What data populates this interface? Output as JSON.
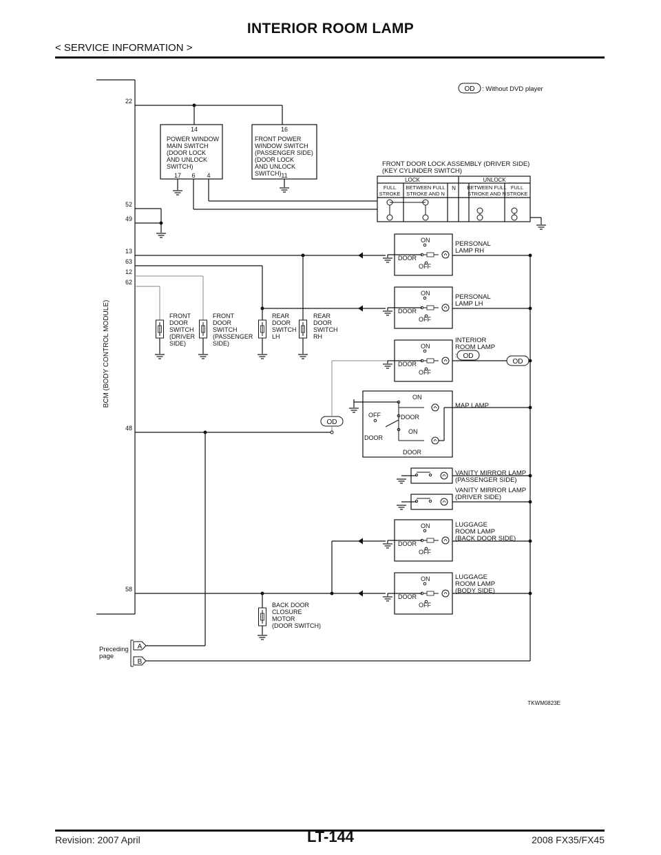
{
  "header": {
    "title": "INTERIOR ROOM LAMP",
    "subtitle": "< SERVICE INFORMATION >"
  },
  "footer": {
    "revision": "Revision: 2007 April",
    "page": "LT-144",
    "model": "2008 FX35/FX45"
  },
  "diagram": {
    "legend": {
      "code": "OD",
      "text": ": Without DVD player"
    },
    "bcm_label": "BCM (BODY CONTROL MODULE)",
    "bcm_terminals": [
      "22",
      "52",
      "49",
      "13",
      "63",
      "12",
      "62",
      "48",
      "58"
    ],
    "power_window_main": {
      "pin_top": "14",
      "lines": [
        "POWER WINDOW",
        "MAIN SWITCH",
        "(DOOR LOCK",
        "AND UNLOCK",
        "SWITCH)"
      ],
      "pins_bottom": [
        "17",
        "6",
        "4"
      ]
    },
    "front_power_window": {
      "pin_top": "16",
      "lines": [
        "FRONT POWER",
        "WINDOW SWITCH",
        "(PASSENGER SIDE)",
        "(DOOR LOCK",
        "AND UNLOCK",
        "SWITCH)"
      ],
      "pin_bottom": "11"
    },
    "door_lock_assembly": {
      "title_lines": [
        "FRONT DOOR LOCK ASSEMBLY (DRIVER SIDE)",
        "(KEY CYLINDER SWITCH)"
      ],
      "lock": "LOCK",
      "unlock": "UNLOCK",
      "neutral": "N",
      "cols": [
        "FULL STROKE",
        "BETWEEN FULL STROKE AND N",
        "BETWEEN FULL STROKE AND N",
        "FULL STROKE"
      ]
    },
    "door_switches": [
      {
        "lines": [
          "FRONT",
          "DOOR",
          "SWITCH",
          "(DRIVER",
          "SIDE)"
        ]
      },
      {
        "lines": [
          "FRONT",
          "DOOR",
          "SWITCH",
          "(PASSENGER",
          "SIDE)"
        ]
      },
      {
        "lines": [
          "REAR",
          "DOOR",
          "SWITCH",
          "LH"
        ]
      },
      {
        "lines": [
          "REAR",
          "DOOR",
          "SWITCH",
          "RH"
        ]
      }
    ],
    "switch_labels": {
      "on": "ON",
      "door": "DOOR",
      "off": "OFF"
    },
    "lamps": [
      {
        "lines": [
          "PERSONAL",
          "LAMP RH"
        ]
      },
      {
        "lines": [
          "PERSONAL",
          "LAMP LH"
        ]
      },
      {
        "lines": [
          "INTERIOR",
          "ROOM LAMP"
        ],
        "suffix": ":"
      },
      {
        "lines": [
          "MAP LAMP"
        ]
      },
      {
        "lines": [
          "VANITY MIRROR LAMP",
          "(PASSENGER SIDE)"
        ]
      },
      {
        "lines": [
          "VANITY MIRROR LAMP",
          "(DRIVER SIDE)"
        ]
      },
      {
        "lines": [
          "LUGGAGE",
          "ROOM LAMP",
          "(BACK DOOR SIDE)"
        ]
      },
      {
        "lines": [
          "LUGGAGE",
          "ROOM LAMP",
          "(BODY SIDE)"
        ]
      }
    ],
    "back_door_motor": {
      "lines": [
        "BACK DOOR",
        "CLOSURE",
        "MOTOR",
        "(DOOR SWITCH)"
      ]
    },
    "preceding": {
      "lines": [
        "Preceding",
        "page"
      ],
      "connectors": [
        "A",
        "B"
      ]
    },
    "figure_id": "TKWM0823E"
  }
}
